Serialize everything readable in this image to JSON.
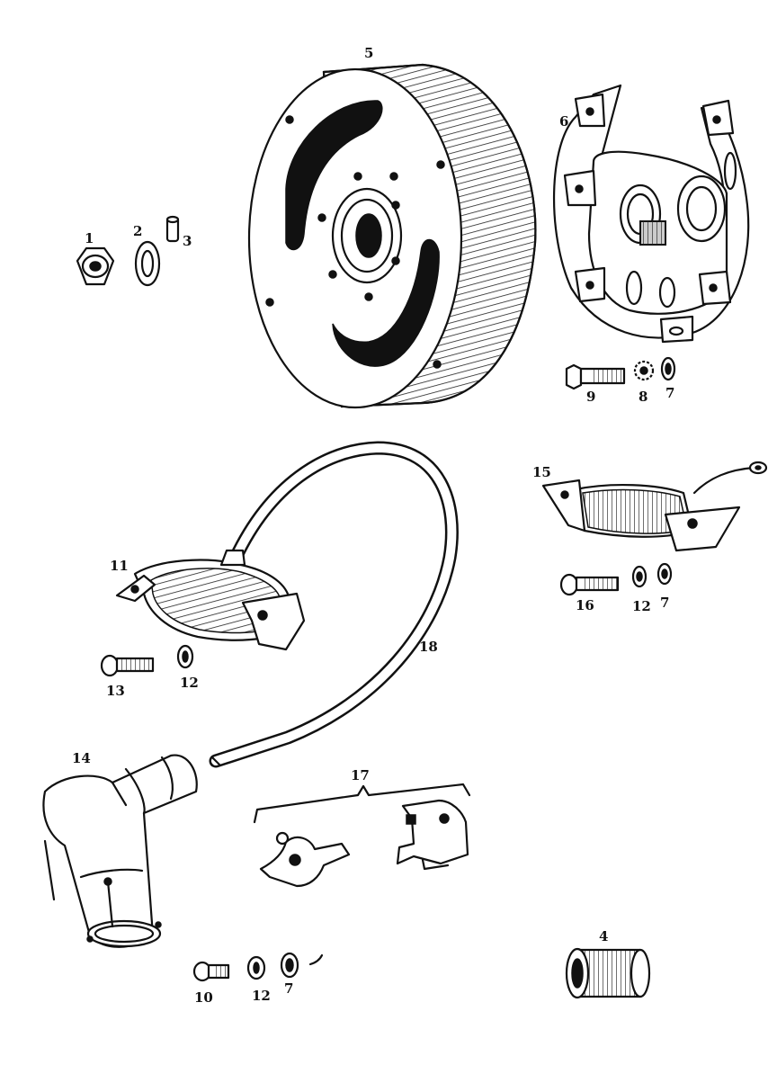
{
  "diagram": {
    "title": "Exploded parts view — flywheel magneto ignition",
    "ink_color": "#111111",
    "paper_color": "#ffffff"
  },
  "callouts": {
    "c1": "1",
    "c2": "2",
    "c3": "3",
    "c4": "4",
    "c5": "5",
    "c6": "6",
    "c7a": "7",
    "c7b": "7",
    "c7c": "7",
    "c8": "8",
    "c9": "9",
    "c10": "10",
    "c11": "11",
    "c12a": "12",
    "c12b": "12",
    "c12c": "12",
    "c13": "13",
    "c14": "14",
    "c15": "15",
    "c16": "16",
    "c17": "17",
    "c18": "18"
  }
}
